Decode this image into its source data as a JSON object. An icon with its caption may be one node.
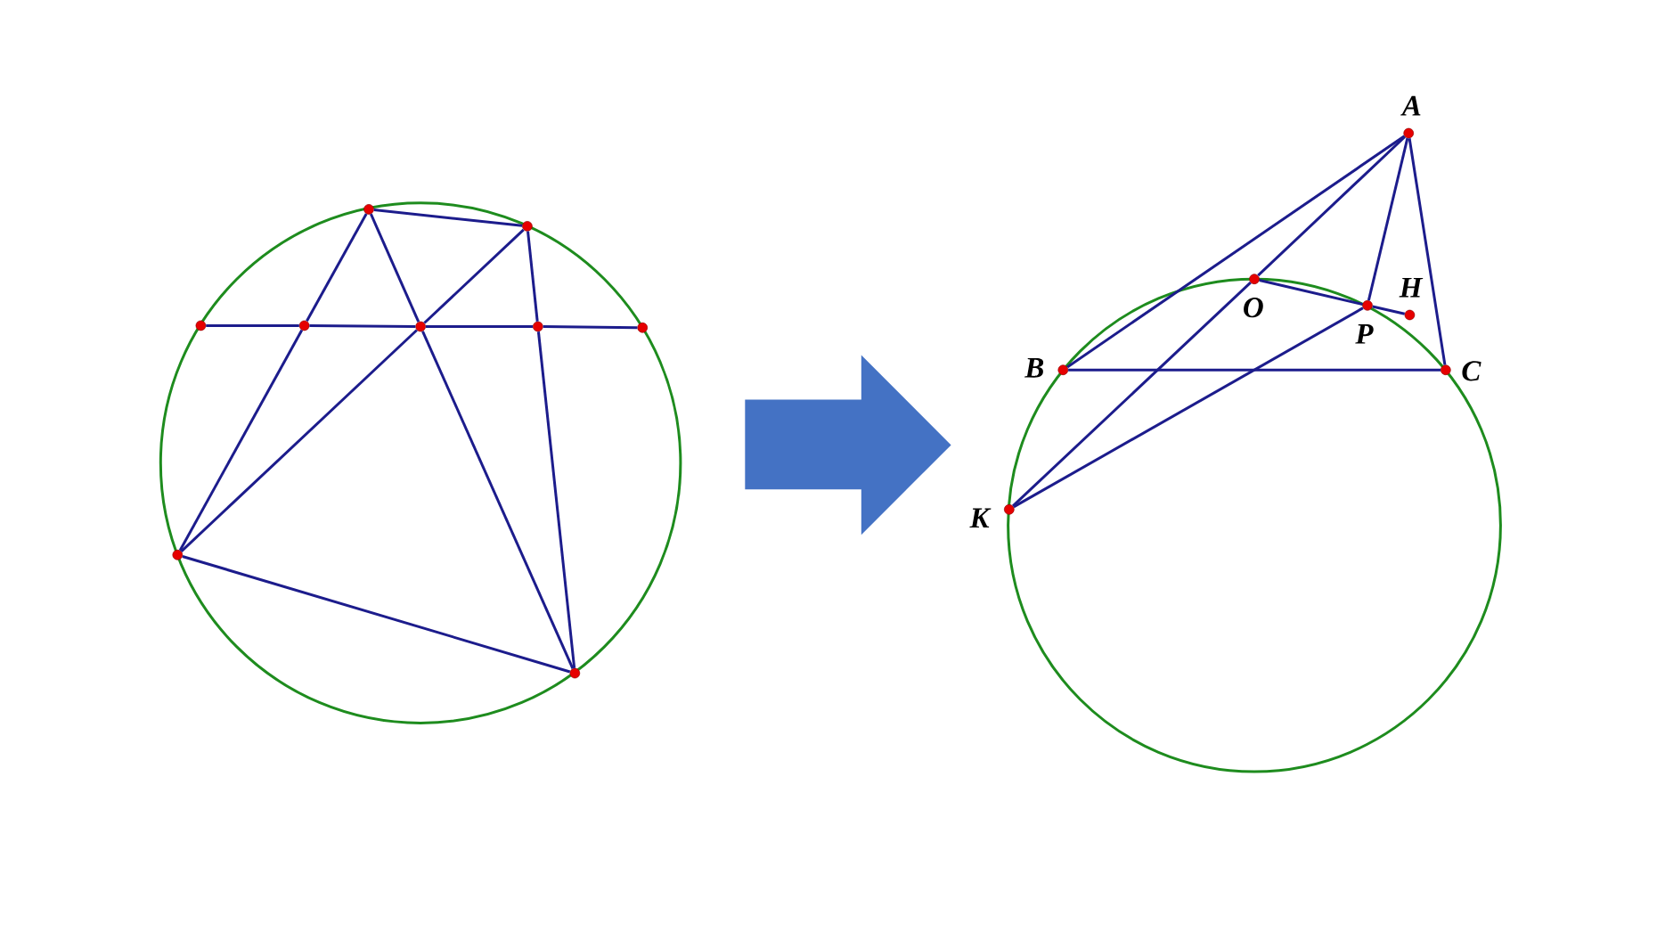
{
  "diagram": {
    "nodes": [
      {
        "text": [],
        "shape": "circle"
      },
      {
        "text": [],
        "shape": "circle"
      },
      {
        "text": [],
        "shape": "circle"
      },
      {
        "text": [],
        "shape": "circle"
      },
      {
        "text": [],
        "shape": "circle"
      },
      {
        "text": [],
        "shape": "circle"
      },
      {
        "text": [],
        "shape": "circle"
      },
      {
        "text": [],
        "shape": "circle"
      },
      {
        "text": [],
        "shape": "circle"
      },
      {
        "text": [],
        "shape": "circle",
        "beside": [
          "A"
        ]
      },
      {
        "text": [],
        "shape": "circle",
        "beside": [
          "O"
        ]
      },
      {
        "text": [],
        "shape": "circle",
        "beside": [
          "P"
        ]
      },
      {
        "text": [],
        "shape": "circle",
        "beside": [
          "H"
        ]
      },
      {
        "text": [],
        "shape": "circle",
        "beside": [
          "B"
        ]
      },
      {
        "text": [],
        "shape": "circle",
        "beside": [
          "C"
        ]
      },
      {
        "text": [],
        "shape": "circle",
        "beside": [
          "K"
        ]
      }
    ],
    "edges": [
      {
        "from": 0,
        "to": 1,
        "arrow": "none"
      },
      {
        "from": 2,
        "to": 3,
        "arrow": "none"
      },
      {
        "from": 3,
        "to": 4,
        "arrow": "none"
      },
      {
        "from": 4,
        "to": 5,
        "arrow": "none"
      },
      {
        "from": 5,
        "to": 6,
        "arrow": "none"
      },
      {
        "from": 0,
        "to": 3,
        "arrow": "none"
      },
      {
        "from": 3,
        "to": 7,
        "arrow": "none"
      },
      {
        "from": 0,
        "to": 4,
        "arrow": "none"
      },
      {
        "from": 4,
        "to": 8,
        "arrow": "none"
      },
      {
        "from": 1,
        "to": 4,
        "arrow": "none"
      },
      {
        "from": 4,
        "to": 7,
        "arrow": "none"
      },
      {
        "from": 1,
        "to": 5,
        "arrow": "none"
      },
      {
        "from": 5,
        "to": 8,
        "arrow": "none"
      },
      {
        "from": 7,
        "to": 8,
        "arrow": "none"
      },
      {
        "from": 9,
        "to": 13,
        "arrow": "none"
      },
      {
        "from": 9,
        "to": 10,
        "arrow": "none"
      },
      {
        "from": 10,
        "to": 15,
        "arrow": "none"
      },
      {
        "from": 9,
        "to": 11,
        "arrow": "none"
      },
      {
        "from": 9,
        "to": 14,
        "arrow": "none"
      },
      {
        "from": 10,
        "to": 11,
        "arrow": "none"
      },
      {
        "from": 11,
        "to": 12,
        "arrow": "none"
      },
      {
        "from": 13,
        "to": 14,
        "arrow": "none"
      },
      {
        "from": 15,
        "to": 11,
        "arrow": "none"
      }
    ]
  }
}
